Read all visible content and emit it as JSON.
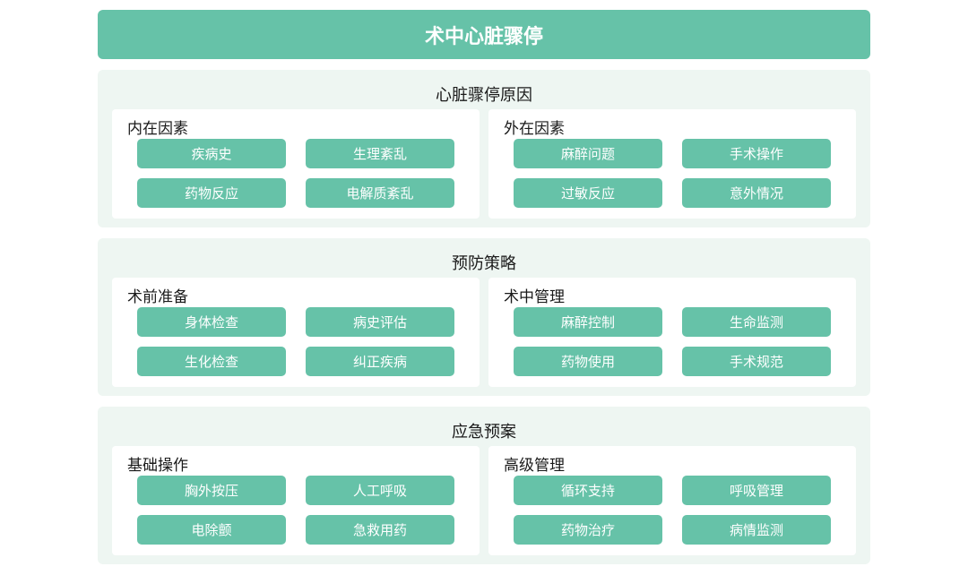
{
  "colors": {
    "accent": "#66c2a8",
    "section_bg": "#eef6f2"
  },
  "title": "术中心脏骤停",
  "sections": [
    {
      "title": "心脏骤停原因",
      "left": {
        "title": "内在因素",
        "items": [
          "疾病史",
          "生理紊乱",
          "药物反应",
          "电解质紊乱"
        ]
      },
      "right": {
        "title": "外在因素",
        "items": [
          "麻醉问题",
          "手术操作",
          "过敏反应",
          "意外情况"
        ]
      }
    },
    {
      "title": "预防策略",
      "left": {
        "title": "术前准备",
        "items": [
          "身体检查",
          "病史评估",
          "生化检查",
          "纠正疾病"
        ]
      },
      "right": {
        "title": "术中管理",
        "items": [
          "麻醉控制",
          "生命监测",
          "药物使用",
          "手术规范"
        ]
      }
    },
    {
      "title": "应急预案",
      "left": {
        "title": "基础操作",
        "items": [
          "胸外按压",
          "人工呼吸",
          "电除颤",
          "急救用药"
        ]
      },
      "right": {
        "title": "高级管理",
        "items": [
          "循环支持",
          "呼吸管理",
          "药物治疗",
          "病情监测"
        ]
      }
    }
  ]
}
